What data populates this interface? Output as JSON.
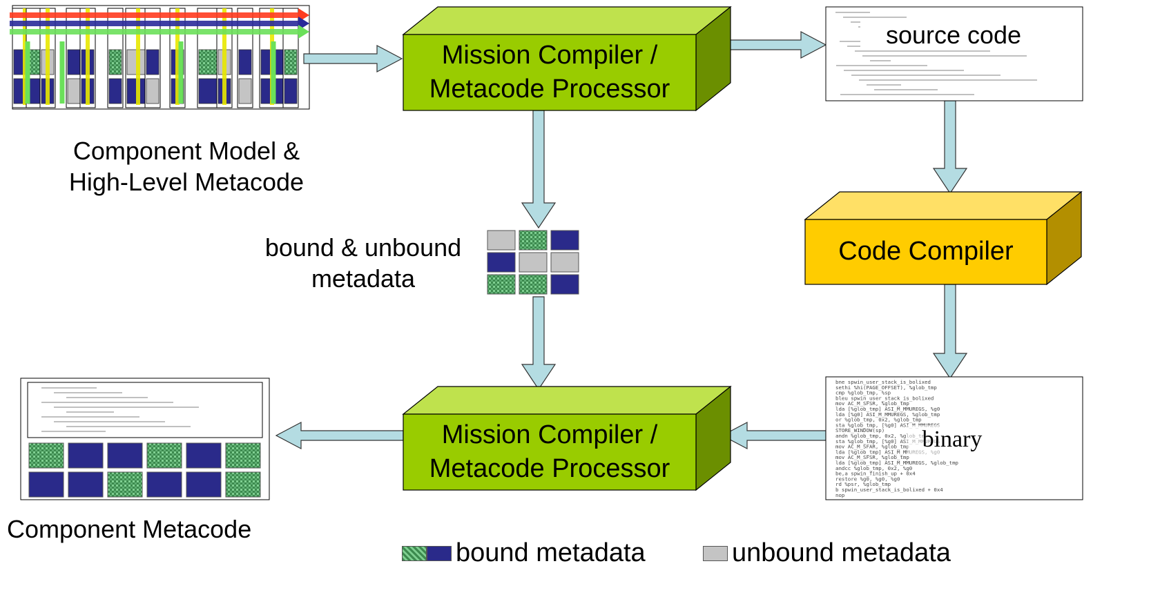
{
  "nodes": {
    "component_model_label": [
      "Component Model &",
      "High-Level Metacode"
    ],
    "mission_compiler_top": [
      "Mission Compiler /",
      "Metacode Processor"
    ],
    "mission_compiler_bottom": [
      "Mission Compiler /",
      "Metacode Processor"
    ],
    "source_code": "source code",
    "code_compiler": "Code Compiler",
    "binary": "binary",
    "bound_unbound_label": [
      "bound & unbound",
      "metadata"
    ],
    "component_metacode_label": "Component Metacode"
  },
  "legend": {
    "bound": "bound metadata",
    "unbound": "unbound metadata"
  },
  "binary_listing": [
    "bne     spwin_user_stack_is_bolixed",
    " sethi   %hi(PAGE_OFFSET), %glob_tmp",
    "cmp     %glob_tmp, %sp",
    "bleu    spwin_user_stack_is_bolixed",
    " mov    AC_M_SFSR, %glob_tmp",
    "lda     [%glob_tmp] ASI_M_MMUREGS, %g0",
    "lda     [%g0] ASI_M_MMUREGS, %glob_tmp",
    "or      %glob_tmp, 0x2, %glob_tmp",
    "sta     %glob_tmp, [%g0] ASI_M_MMUREGS",
    "STORE_WINDOW(sp)",
    "andn    %glob_tmp, 0x2, %glob_tmp",
    "sta     %glob_tmp, [%g0] ASI_M_MMUREGS",
    "mov     AC_M_SFAR, %glob_tmp",
    "lda     [%glob_tmp] ASI_M_MMUREGS, %g0",
    "mov     AC_M_SFSR, %glob_tmp",
    "lda     [%glob_tmp] ASI_M_MMUREGS, %glob_tmp",
    "andcc   %glob_tmp, 0x2, %g0",
    "be,a    spwin_finish_up + 0x4",
    " restore %g0, %g0, %g0",
    "rd      %psr, %glob_tmp",
    "b       spwin_user_stack_is_bolixed + 0x4",
    " nop"
  ],
  "colors": {
    "processor_box": "#99cc00",
    "code_compiler_box": "#ffcc00",
    "arrow_fill": "#b4dce2",
    "bound_green": "#4a9c5e",
    "bound_navy": "#2a2a8a",
    "unbound_gray": "#c4c4c4"
  }
}
